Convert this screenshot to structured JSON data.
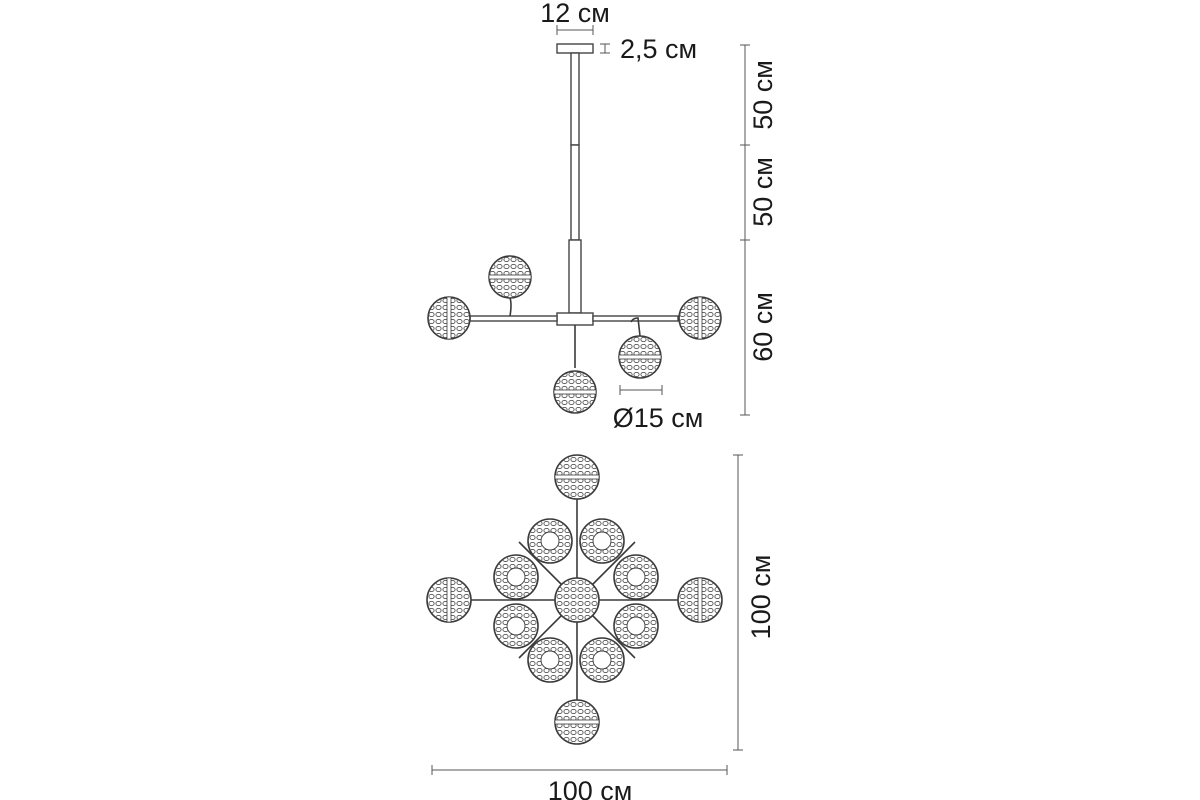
{
  "dimensions": {
    "canopy_width": "12 см",
    "canopy_height": "2,5 см",
    "rod_upper": "50 см",
    "rod_lower": "50 см",
    "body_height": "60 см",
    "globe_diameter": "Ø15 см",
    "plan_depth": "100 см",
    "plan_width": "100 см"
  },
  "colors": {
    "line": "#3a3a3a",
    "text": "#1a1a1a",
    "background": "#ffffff"
  }
}
